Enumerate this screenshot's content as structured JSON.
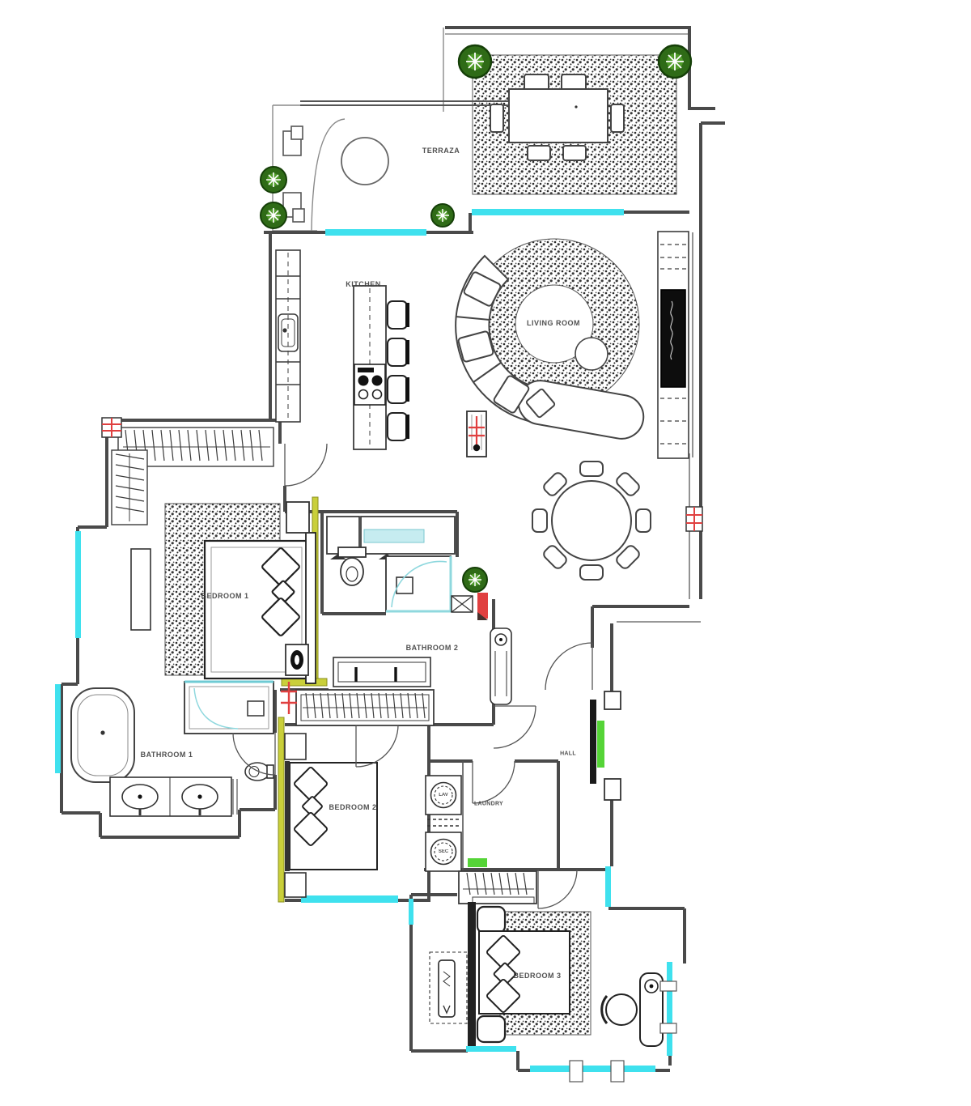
{
  "image_type": "architectural floor plan",
  "room_labels": [
    {
      "id": "terraza",
      "label": "TERRAZA"
    },
    {
      "id": "kitchen",
      "label": "KITCHEN"
    },
    {
      "id": "living-room",
      "label": "LIVING ROOM"
    },
    {
      "id": "bedroom-1",
      "label": "BEDROOM 1"
    },
    {
      "id": "bathroom-2",
      "label": "BATHROOM 2"
    },
    {
      "id": "bathroom-1",
      "label": "BATHROOM 1"
    },
    {
      "id": "bedroom-2",
      "label": "BEDROOM 2"
    },
    {
      "id": "laundry",
      "label": "LAUNDRY"
    },
    {
      "id": "hall",
      "label": "HALL"
    },
    {
      "id": "bedroom-3",
      "label": "BEDROOM 3"
    }
  ],
  "appliance_labels": [
    {
      "id": "washer",
      "label": "LAV"
    },
    {
      "id": "dryer",
      "label": "SEC"
    }
  ],
  "colors": {
    "background": "#ffffff",
    "walls": "#4a4a4a",
    "window_glass": "#3fe1ee",
    "shower_glass": "#8fd8de",
    "highlight_wall_olive": "#c9cf3a",
    "entry_door_highlight": "#55d437",
    "laundry_marker_green": "#55d437",
    "alert_marker_red": "#e04040",
    "vegetation_dark": "#2f6b17",
    "vegetation_light": "#4e9a28"
  }
}
